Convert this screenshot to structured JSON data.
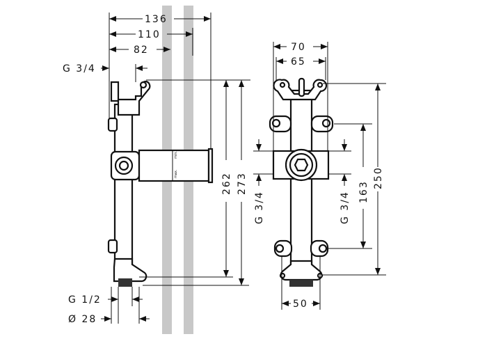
{
  "side_view": {
    "dims": {
      "overall_depth": "136",
      "depth_max": "110",
      "depth_min": "82",
      "top_thread": "G 3/4",
      "height_inner": "262",
      "height_outer": "273",
      "bottom_thread": "G 1/2",
      "bottom_diameter": "Ø 28"
    },
    "spout_marks": {
      "min": "min.",
      "max": "max."
    }
  },
  "front_view": {
    "dims": {
      "width_outer": "70",
      "width_inner": "65",
      "left_thread": "G 3/4",
      "right_thread": "G 3/4",
      "bolt_spacing": "163",
      "overall_height": "250",
      "bottom_width": "50"
    }
  }
}
